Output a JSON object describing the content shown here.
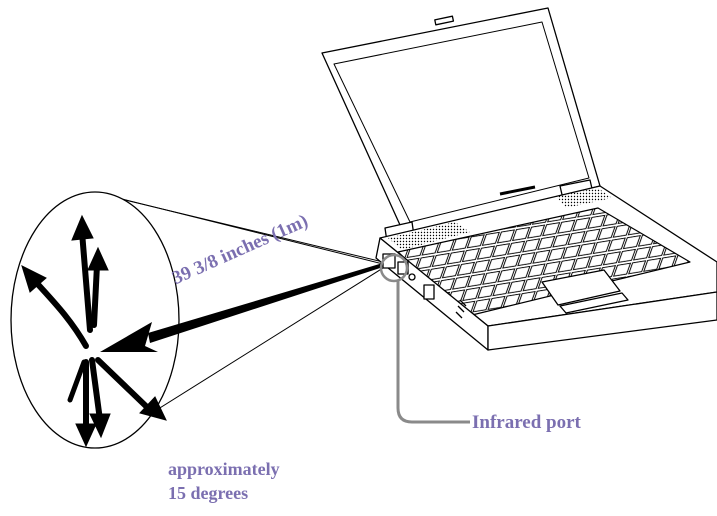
{
  "labels": {
    "distance": "39 3/8 inches (1m)",
    "port": "Infrared port",
    "angle_line1": "approximately",
    "angle_line2": "15 degrees"
  },
  "colors": {
    "label": "#7b6fb0",
    "callout_line": "#8a8a8a",
    "ink": "#000000",
    "panel": "#ffffff"
  },
  "icons": [
    "laptop-illustration",
    "infrared-beam-cone",
    "infrared-direction-arrows"
  ]
}
